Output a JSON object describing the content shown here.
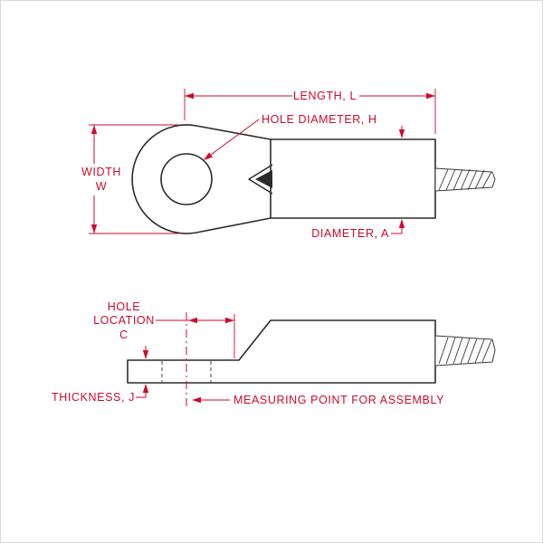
{
  "diagram": {
    "title": "crimp-lug-dimension-drawing",
    "colors": {
      "dimension": "#cf0a2c",
      "line": "#2b2b2b",
      "background": "#ffffff",
      "border": "#d9d9d9"
    },
    "top_view": {
      "length": "LENGTH, L",
      "hole_diameter": "HOLE DIAMETER, H",
      "width_line1": "WIDTH",
      "width_line2": "W",
      "diameter": "DIAMETER, A"
    },
    "side_view": {
      "hole_location_line1": "HOLE",
      "hole_location_line2": "LOCATION",
      "hole_location_line3": "C",
      "thickness": "THICKNESS, J",
      "measuring_point": "MEASURING POINT FOR ASSEMBLY"
    }
  }
}
